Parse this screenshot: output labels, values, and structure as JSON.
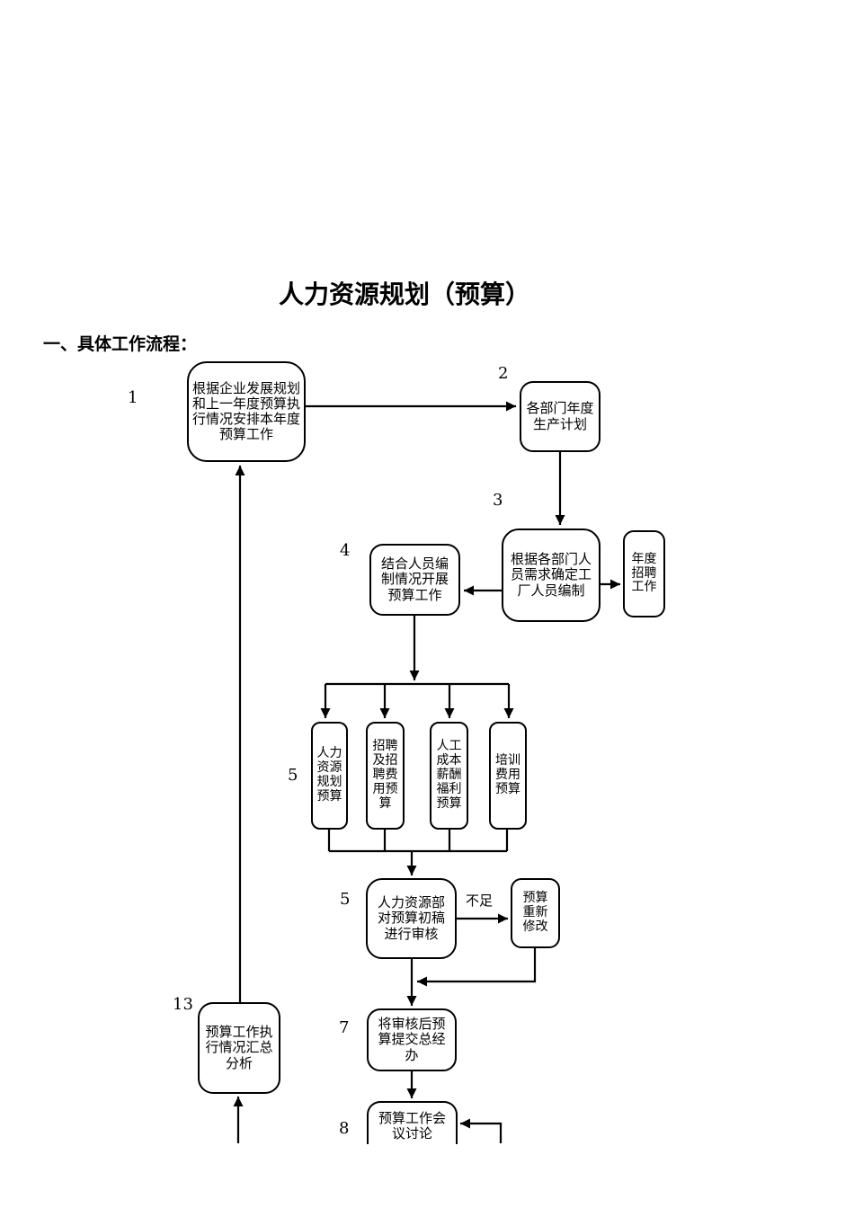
{
  "page": {
    "title": "人力资源规划（预算）",
    "section_heading": "一、具体工作流程："
  },
  "flow": {
    "edge_labels": {
      "insufficient": "不足"
    },
    "nodes": [
      {
        "id": "annual-budget-plan",
        "number": "1",
        "label": "根据企业发展规划\n和上一年度预算执\n行情况安排本年度\n预算工作"
      },
      {
        "id": "dept-production-plan",
        "number": "2",
        "label": "各部门年度\n生产计划"
      },
      {
        "id": "factory-staffing",
        "number": "3",
        "label": "根据各部门人\n员需求确定工\n厂人员编制"
      },
      {
        "id": "annual-recruiting",
        "number": "",
        "label": "年度\n招聘\n工作"
      },
      {
        "id": "budget-kickoff",
        "number": "4",
        "label": "结合人员编\n制情况开展\n预算工作"
      },
      {
        "id": "hr-planning-budget",
        "number": "5",
        "label": "人力\n资源\n规划\n预算"
      },
      {
        "id": "recruiting-fee-budget",
        "number": "",
        "label": "招聘\n及招\n聘费\n用预\n算"
      },
      {
        "id": "labor-cost-budget",
        "number": "",
        "label": "人工\n成本\n薪酬\n福利\n预算"
      },
      {
        "id": "training-fee-budget",
        "number": "",
        "label": "培训\n费用\n预算"
      },
      {
        "id": "hr-dept-review",
        "number": "5",
        "label": "人力资源部\n对预算初稿\n进行审核"
      },
      {
        "id": "budget-revise",
        "number": "",
        "label": "预算\n重新\n修改"
      },
      {
        "id": "submit-to-gm-office",
        "number": "7",
        "label": "将审核后预\n算提交总经\n办"
      },
      {
        "id": "budget-meeting",
        "number": "8",
        "label": "预算工作会\n议讨论"
      },
      {
        "id": "execution-summary",
        "number": "13",
        "label": "预算工作执\n行情况汇总\n分析"
      }
    ]
  }
}
